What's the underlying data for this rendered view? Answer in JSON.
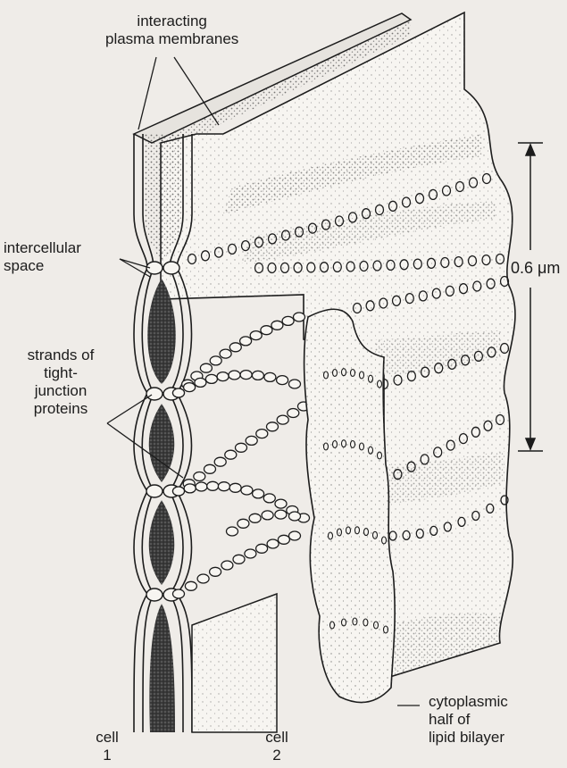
{
  "labels": {
    "interacting_membranes": [
      "interacting",
      "plasma membranes"
    ],
    "intercellular_space": [
      "intercellular",
      "space"
    ],
    "strands": [
      "strands of",
      "tight-",
      "junction",
      "proteins"
    ],
    "scale": "0.6 μm",
    "cytoplasmic": [
      "cytoplasmic",
      "half of",
      "lipid bilayer"
    ],
    "cell1": [
      "cell",
      "1"
    ],
    "cell2": [
      "cell",
      "2"
    ]
  },
  "colors": {
    "background": "#efece8",
    "ink": "#1c1c1c",
    "stipple": "#3a3a3a",
    "dark_fill": "#2e2e2e"
  }
}
